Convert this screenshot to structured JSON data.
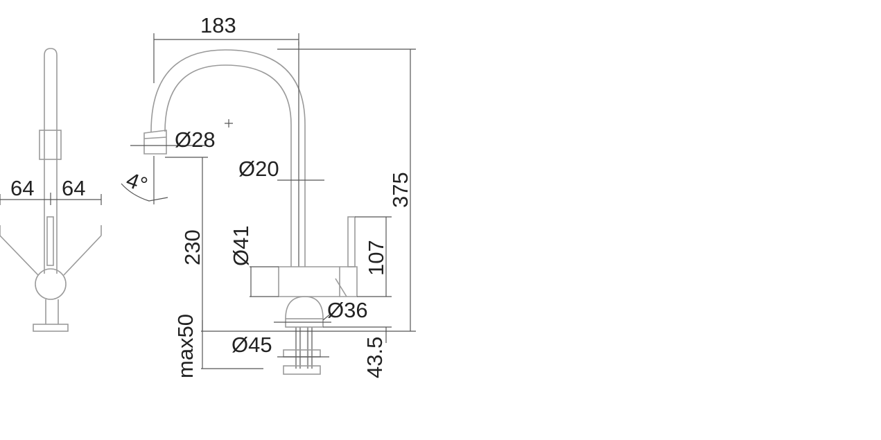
{
  "dimensions": {
    "width_183": "183",
    "height_375": "375",
    "dia_28": "Ø28",
    "dia_20": "Ø20",
    "dia_41": "Ø41",
    "dia_36": "Ø36",
    "dia_45": "Ø45",
    "height_230": "230",
    "height_107": "107",
    "max_50": "max50",
    "depth_43_5": "43.5",
    "angle_4": "4°",
    "side_left_64": "64",
    "side_right_64": "64"
  },
  "colors": {
    "outline": "#9a9a9a",
    "dimension_line": "#555555",
    "text": "#222222",
    "background": "#ffffff"
  }
}
